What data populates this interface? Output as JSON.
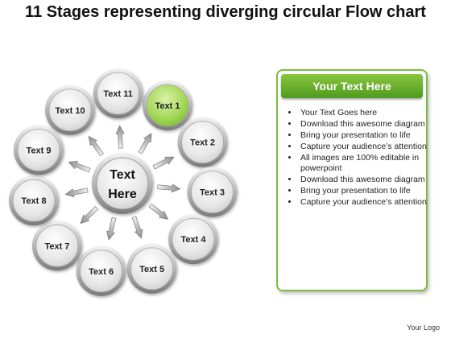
{
  "title": "11 Stages representing diverging circular Flow chart",
  "center_label": [
    "Text",
    "Here"
  ],
  "nodes": [
    "Text 1",
    "Text 2",
    "Text 3",
    "Text 4",
    "Text 5",
    "Text 6",
    "Text 7",
    "Text 8",
    "Text 9",
    "Text 10",
    "Text 11"
  ],
  "highlighted_node": 1,
  "panel": {
    "header": "Your Text Here",
    "bullets": [
      "Your Text Goes here",
      "Download this awesome diagram",
      "Bring your presentation to life",
      "Capture your audience’s attention",
      "All images are 100% editable in powerpoint",
      "Download this awesome diagram",
      "Bring your presentation to life",
      "Capture your audience’s attention"
    ]
  },
  "logo": "Your Logo",
  "colors": {
    "accent_green": "#8fcf3c",
    "header_green": "#5ba427",
    "node_grey": "#e4e4e4",
    "ring_grey": "#8a8a8a"
  }
}
